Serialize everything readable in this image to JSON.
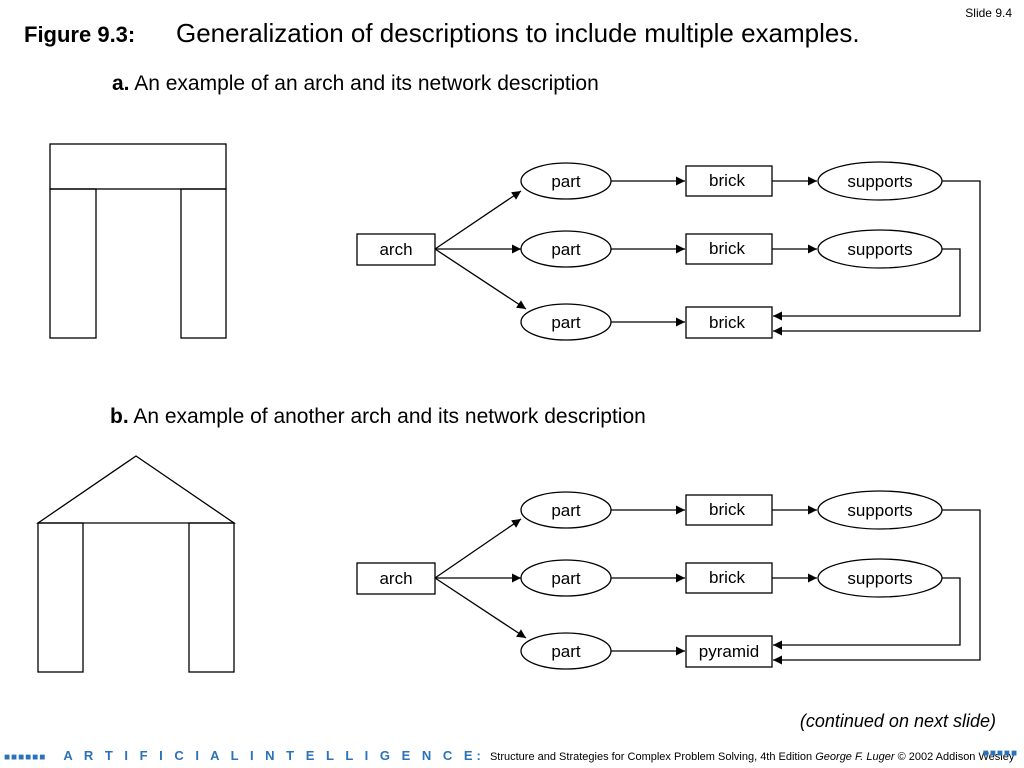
{
  "slide_number": "Slide 9.4",
  "figure": {
    "label": "Figure 9.3:",
    "title": "Generalization of descriptions to include multiple examples."
  },
  "section_a": {
    "letter": "a.",
    "title": "An example of an arch and its network description",
    "network": {
      "root": "arch",
      "parts": [
        "part",
        "part",
        "part"
      ],
      "objects": [
        "brick",
        "brick",
        "brick"
      ],
      "relations": [
        "supports",
        "supports"
      ]
    }
  },
  "section_b": {
    "letter": "b.",
    "title": "An example of another arch and its network description",
    "network": {
      "root": "arch",
      "parts": [
        "part",
        "part",
        "part"
      ],
      "objects": [
        "brick",
        "brick",
        "pyramid"
      ],
      "relations": [
        "supports",
        "supports"
      ]
    }
  },
  "continued": "(continued on next slide)",
  "footer": {
    "blocks": "■■■■■■",
    "ai_label": "A R T I F I C I A L   I N T E L L I G E N C E:",
    "subtitle": "Structure and Strategies for Complex Problem Solving, 4th Edition",
    "author": "George F. Luger",
    "copyright": "© 2002  Addison Wesley",
    "right_blocks": "■■■■■"
  }
}
